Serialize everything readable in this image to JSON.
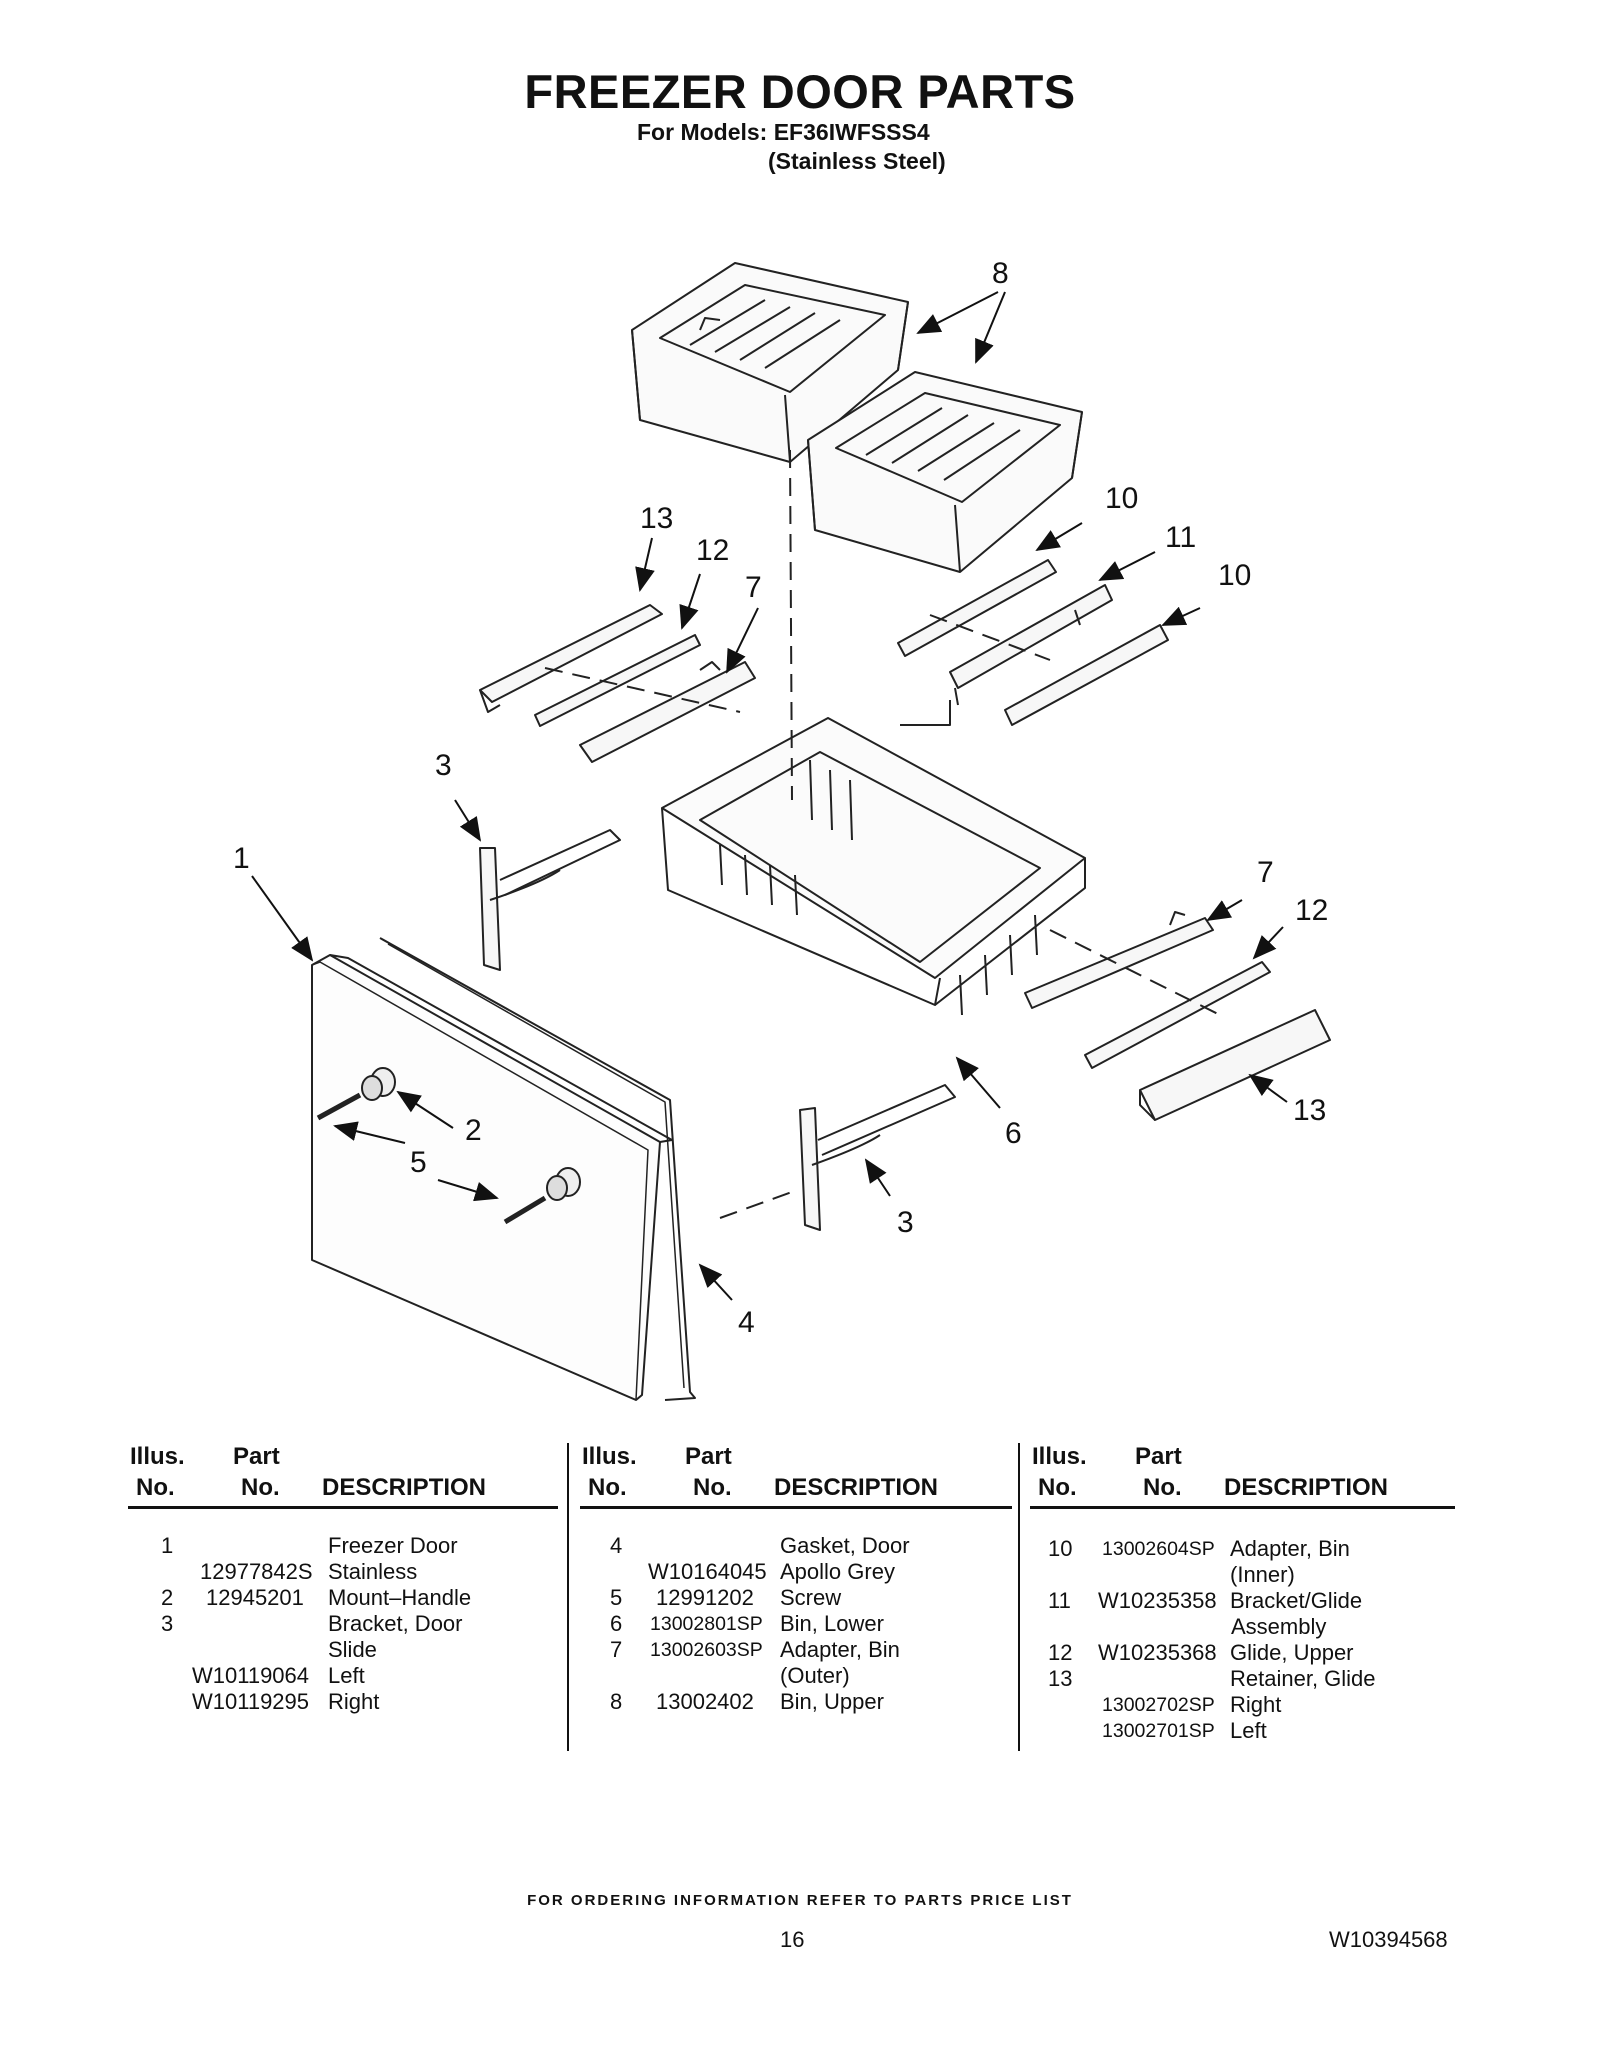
{
  "header": {
    "title": "FREEZER DOOR PARTS",
    "models_line1": "For Models: EF36IWFSSS4",
    "models_line2": "(Stainless Steel)"
  },
  "callouts": [
    "1",
    "2",
    "3",
    "4",
    "5",
    "6",
    "7",
    "8",
    "10",
    "11",
    "12",
    "13"
  ],
  "columns_header": {
    "illus": "Illus.",
    "no": "No.",
    "part": "Part",
    "desc": "DESCRIPTION"
  },
  "parts_col1": [
    {
      "illus": "1",
      "part": "",
      "desc": "Freezer Door"
    },
    {
      "illus": "",
      "part": "12977842S",
      "desc": "Stainless"
    },
    {
      "illus": "2",
      "part": "12945201",
      "desc": "Mount–Handle"
    },
    {
      "illus": "3",
      "part": "",
      "desc": "Bracket, Door"
    },
    {
      "illus": "",
      "part": "",
      "desc": "Slide"
    },
    {
      "illus": "",
      "part": "W10119064",
      "desc": "Left"
    },
    {
      "illus": "",
      "part": "W10119295",
      "desc": "Right"
    }
  ],
  "parts_col2": [
    {
      "illus": "4",
      "part": "",
      "desc": "Gasket, Door"
    },
    {
      "illus": "",
      "part": "W10164045",
      "desc": "Apollo Grey"
    },
    {
      "illus": "5",
      "part": "12991202",
      "desc": "Screw"
    },
    {
      "illus": "6",
      "part": "13002801SP",
      "desc": "Bin, Lower"
    },
    {
      "illus": "7",
      "part": "13002603SP",
      "desc": "Adapter, Bin"
    },
    {
      "illus": "",
      "part": "",
      "desc": "(Outer)"
    },
    {
      "illus": "8",
      "part": "13002402",
      "desc": "Bin, Upper"
    }
  ],
  "parts_col3": [
    {
      "illus": "10",
      "part": "13002604SP",
      "desc": "Adapter, Bin"
    },
    {
      "illus": "",
      "part": "",
      "desc": "(Inner)"
    },
    {
      "illus": "11",
      "part": "W10235358",
      "desc": "Bracket/Glide"
    },
    {
      "illus": "",
      "part": "",
      "desc": "Assembly"
    },
    {
      "illus": "12",
      "part": "W10235368",
      "desc": "Glide, Upper"
    },
    {
      "illus": "13",
      "part": "",
      "desc": "Retainer, Glide"
    },
    {
      "illus": "",
      "part": "13002702SP",
      "desc": "Right"
    },
    {
      "illus": "",
      "part": "13002701SP",
      "desc": "Left"
    }
  ],
  "footer": {
    "ordering_note": "FOR ORDERING INFORMATION REFER TO PARTS PRICE LIST",
    "page_number": "16",
    "document_number": "W10394568"
  }
}
